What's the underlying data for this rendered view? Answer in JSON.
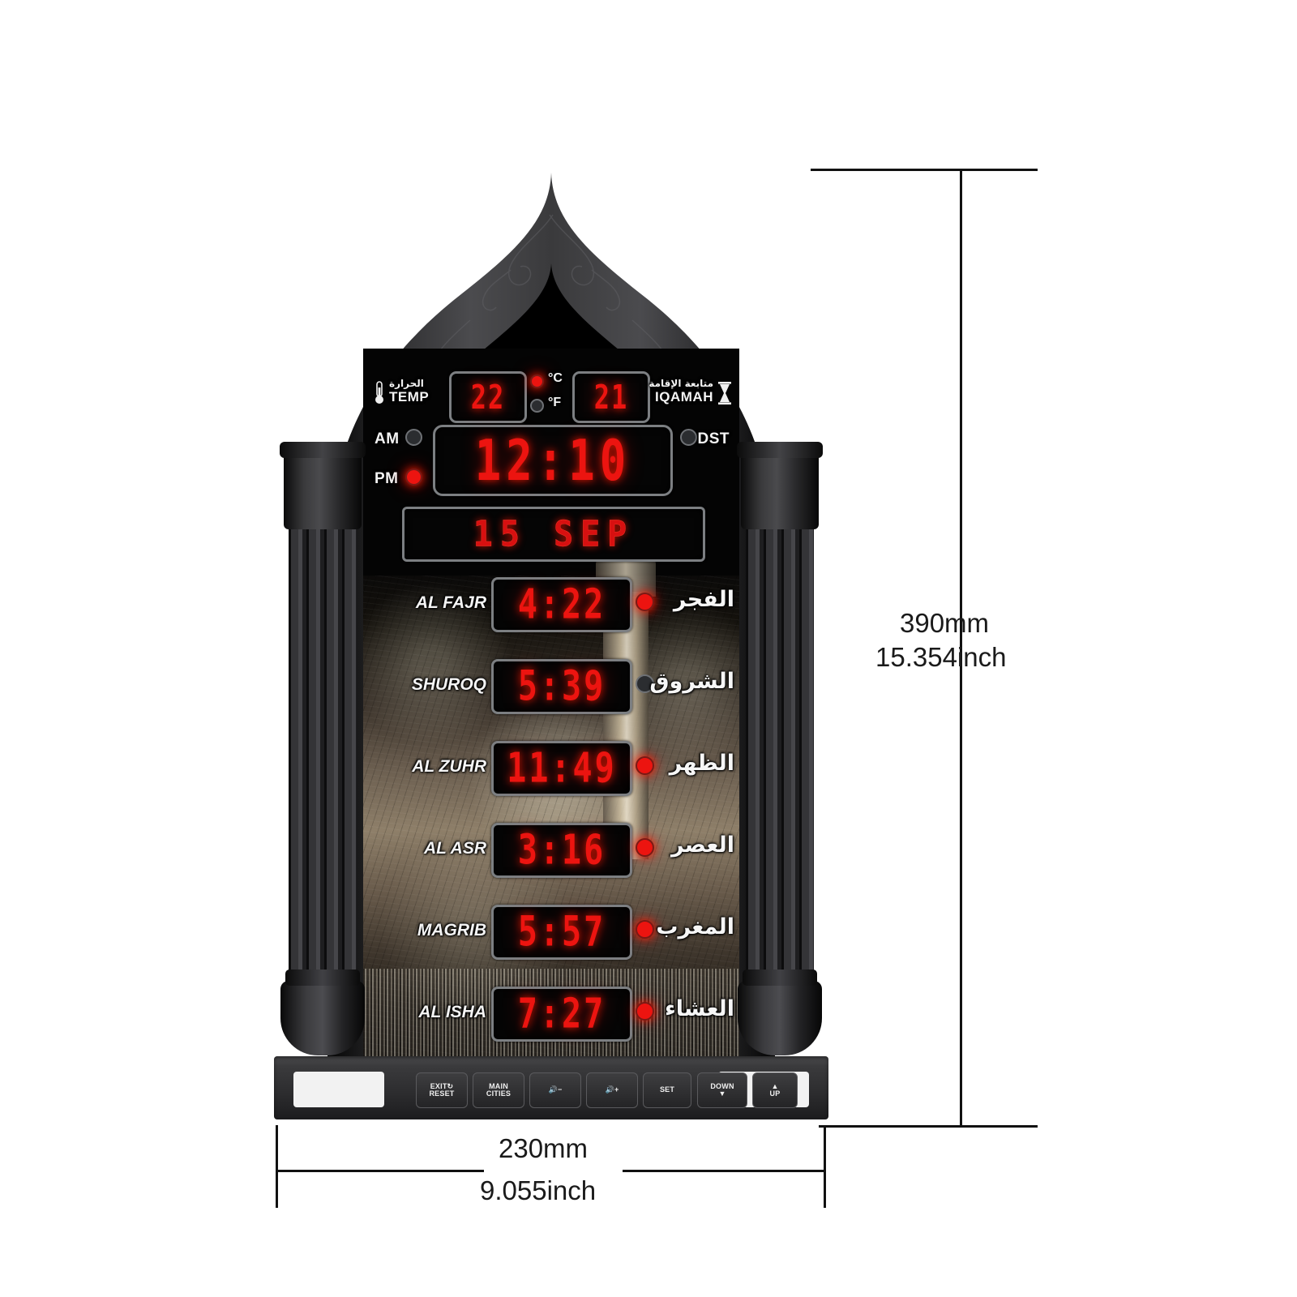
{
  "product": {
    "type": "azan-prayer-wall-clock",
    "body_color": "#1b1b1d",
    "led_color": "#ec1410",
    "panel_border_color": "#7c7f82"
  },
  "status_row": {
    "temp": {
      "icon": "thermometer-icon",
      "label_ar": "الحرارة",
      "label_en": "TEMP",
      "value": "22",
      "unit_c": "°C",
      "unit_f": "°F",
      "celsius_active": true,
      "fahrenheit_active": false
    },
    "iqamah": {
      "icon": "hourglass-icon",
      "label_ar": "متابعة الإقامة",
      "label_en": "IQAMAH",
      "value": "21"
    }
  },
  "clock": {
    "am_label": "AM",
    "pm_label": "PM",
    "am_active": false,
    "pm_active": true,
    "dst_label": "DST",
    "dst_active": false,
    "time": "12:10"
  },
  "date_display": {
    "day": "15",
    "month": "SEP",
    "text": "15  SEP"
  },
  "prayers": [
    {
      "name_en": "AL FAJR",
      "name_ar": "الفجر",
      "time": "4:22",
      "lamp_on": true
    },
    {
      "name_en": "SHUROQ",
      "name_ar": "الشروق",
      "time": "5:39",
      "lamp_on": false
    },
    {
      "name_en": "AL ZUHR",
      "name_ar": "الظهر",
      "time": "11:49",
      "lamp_on": true
    },
    {
      "name_en": "AL ASR",
      "name_ar": "العصر",
      "time": "3:16",
      "lamp_on": true
    },
    {
      "name_en": "MAGRIB",
      "name_ar": "المغرب",
      "time": "5:57",
      "lamp_on": true
    },
    {
      "name_en": "AL ISHA",
      "name_ar": "العشاء",
      "time": "7:27",
      "lamp_on": true
    }
  ],
  "buttons": [
    {
      "line1": "EXIT↻",
      "line2": "RESET",
      "name": "exit-reset-button"
    },
    {
      "line1": "MAIN",
      "line2": "CITIES",
      "name": "main-cities-button"
    },
    {
      "line1": "🔊−",
      "line2": "",
      "name": "volume-down-button"
    },
    {
      "line1": "🔊+",
      "line2": "",
      "name": "volume-up-button"
    },
    {
      "line1": "SET",
      "line2": "",
      "name": "set-button"
    },
    {
      "line1": "DOWN",
      "line2": "▼",
      "name": "down-button"
    },
    {
      "line1": "▲",
      "line2": "UP",
      "name": "up-button"
    }
  ],
  "dimensions": {
    "height_mm": "390mm",
    "height_inch": "15.354inch",
    "width_mm": "230mm",
    "width_inch": "9.055inch"
  }
}
